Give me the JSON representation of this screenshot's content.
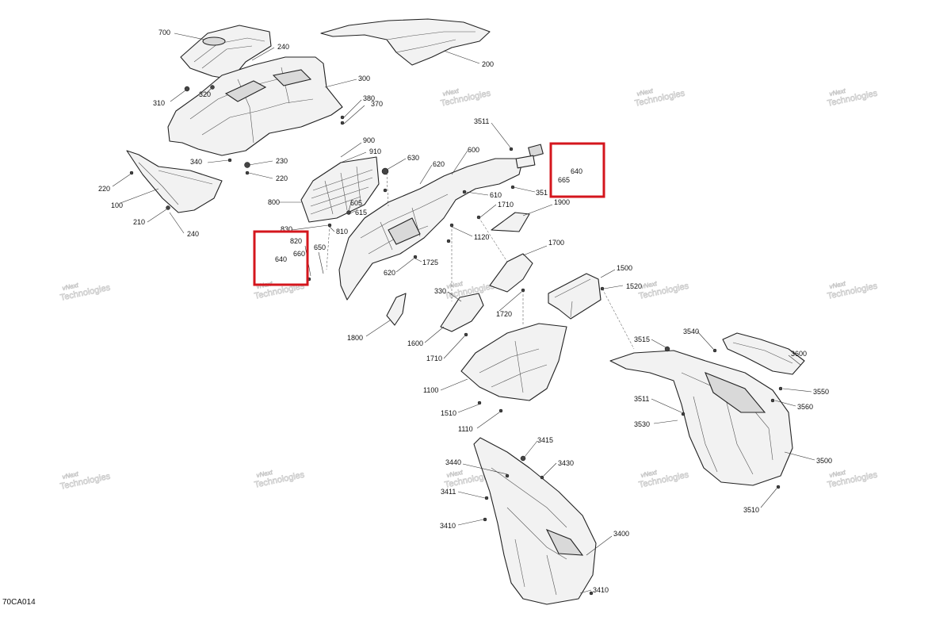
{
  "drawing_code": "70CA014",
  "watermark": {
    "line1": "vNext",
    "line2": "Technologies"
  },
  "colors": {
    "highlight": "#d4161d",
    "line": "#222222"
  },
  "callouts": [
    {
      "id": "c700",
      "label": "700"
    },
    {
      "id": "c240a",
      "label": "240"
    },
    {
      "id": "c300",
      "label": "300"
    },
    {
      "id": "c310",
      "label": "310"
    },
    {
      "id": "c320",
      "label": "320"
    },
    {
      "id": "c380",
      "label": "380"
    },
    {
      "id": "c370",
      "label": "370"
    },
    {
      "id": "c200",
      "label": "200"
    },
    {
      "id": "c340",
      "label": "340"
    },
    {
      "id": "c230",
      "label": "230"
    },
    {
      "id": "c220a",
      "label": "220"
    },
    {
      "id": "c220b",
      "label": "220"
    },
    {
      "id": "c100",
      "label": "100"
    },
    {
      "id": "c210",
      "label": "210"
    },
    {
      "id": "c240b",
      "label": "240"
    },
    {
      "id": "c900",
      "label": "900"
    },
    {
      "id": "c910",
      "label": "910"
    },
    {
      "id": "c630",
      "label": "630"
    },
    {
      "id": "c620a",
      "label": "620"
    },
    {
      "id": "c600",
      "label": "600"
    },
    {
      "id": "c3511a",
      "label": "3511"
    },
    {
      "id": "c640a",
      "label": "640"
    },
    {
      "id": "c665",
      "label": "665"
    },
    {
      "id": "c351",
      "label": "351"
    },
    {
      "id": "c610",
      "label": "610"
    },
    {
      "id": "c800",
      "label": "800"
    },
    {
      "id": "c605",
      "label": "605"
    },
    {
      "id": "c615",
      "label": "615"
    },
    {
      "id": "c1710a",
      "label": "1710"
    },
    {
      "id": "c1900",
      "label": "1900"
    },
    {
      "id": "c830",
      "label": "830"
    },
    {
      "id": "c810",
      "label": "810"
    },
    {
      "id": "c1120",
      "label": "1120"
    },
    {
      "id": "c820",
      "label": "820"
    },
    {
      "id": "c640b",
      "label": "640"
    },
    {
      "id": "c660",
      "label": "660"
    },
    {
      "id": "c650",
      "label": "650"
    },
    {
      "id": "c1700",
      "label": "1700"
    },
    {
      "id": "c1725",
      "label": "1725"
    },
    {
      "id": "c620b",
      "label": "620"
    },
    {
      "id": "c1500",
      "label": "1500"
    },
    {
      "id": "c1520",
      "label": "1520"
    },
    {
      "id": "c330",
      "label": "330"
    },
    {
      "id": "c1720",
      "label": "1720"
    },
    {
      "id": "c1800",
      "label": "1800"
    },
    {
      "id": "c1600",
      "label": "1600"
    },
    {
      "id": "c1710b",
      "label": "1710"
    },
    {
      "id": "c1100",
      "label": "1100"
    },
    {
      "id": "c1510",
      "label": "1510"
    },
    {
      "id": "c1110",
      "label": "1110"
    },
    {
      "id": "c3515",
      "label": "3515"
    },
    {
      "id": "c3540",
      "label": "3540"
    },
    {
      "id": "c3600",
      "label": "3600"
    },
    {
      "id": "c3550",
      "label": "3550"
    },
    {
      "id": "c3511b",
      "label": "3511"
    },
    {
      "id": "c3560",
      "label": "3560"
    },
    {
      "id": "c3530",
      "label": "3530"
    },
    {
      "id": "c3500",
      "label": "3500"
    },
    {
      "id": "c3510",
      "label": "3510"
    },
    {
      "id": "c3415",
      "label": "3415"
    },
    {
      "id": "c3440",
      "label": "3440"
    },
    {
      "id": "c3430",
      "label": "3430"
    },
    {
      "id": "c3411",
      "label": "3411"
    },
    {
      "id": "c3410a",
      "label": "3410"
    },
    {
      "id": "c3400",
      "label": "3400"
    },
    {
      "id": "c3410b",
      "label": "3410"
    }
  ]
}
